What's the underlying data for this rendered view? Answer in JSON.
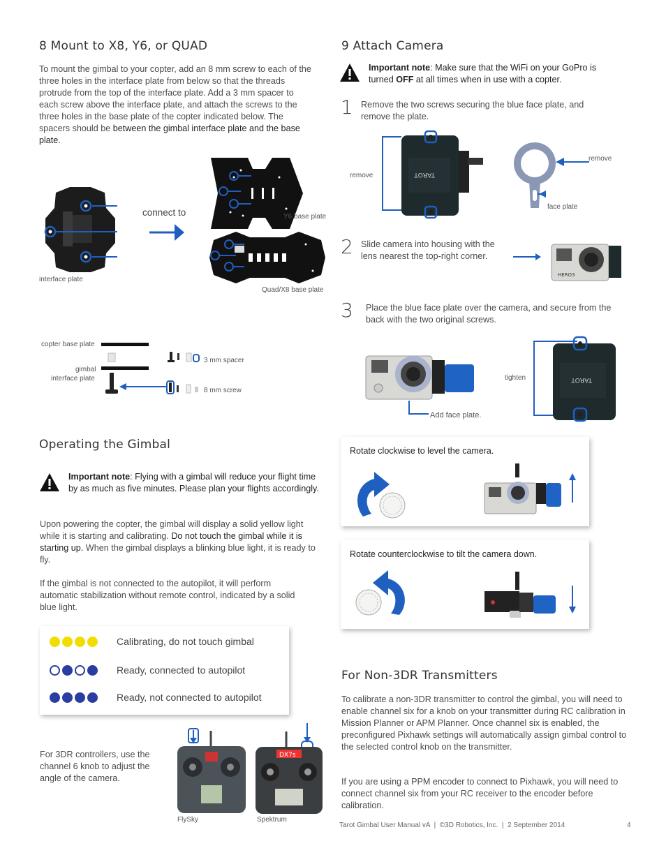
{
  "section8": {
    "title": "8 Mount to X8, Y6, or QUAD",
    "paragraph": {
      "text": "To mount the gimbal to your copter, add an 8 mm screw to each of the three holes in the interface plate from below so that the threads protrude from the top of the interface plate. Add a 3 mm spacer to each screw above the interface plate, and attach the screws to the three holes in the base plate of the copter indicated below. The spacers should be ",
      "emphasis": "between the gimbal interface plate and the base plate",
      "end": "."
    },
    "connect_to": "connect to",
    "interface_plate_caption": "interface plate",
    "y6_caption": "Y6 base plate",
    "quad_caption": "Quad/X8 base plate",
    "stack": {
      "copter_base_plate": "copter base plate",
      "gimbal_interface_plate_line1": "gimbal",
      "gimbal_interface_plate_line2": "interface plate",
      "spacer": "3 mm spacer",
      "screw": "8 mm screw"
    }
  },
  "section9": {
    "title": "9 Attach Camera",
    "note": {
      "label": "Important note",
      "text1": ": Make sure that the WiFi on your GoPro is turned ",
      "off": "OFF",
      "text2": " at all times when in use with a copter."
    },
    "step1": {
      "number": "1",
      "text": "Remove the two screws securing the blue face plate, and remove the plate.",
      "remove_left": "remove",
      "remove_right": "remove",
      "face_plate": "face plate"
    },
    "step2": {
      "number": "2",
      "text": "Slide camera into housing with the lens nearest the top-right corner."
    },
    "step3": {
      "number": "3",
      "text": "Place the blue face plate over the camera, and secure from the back with the two original screws.",
      "add_face_plate": "Add face plate.",
      "tighten": "tighten"
    }
  },
  "operating": {
    "title": "Operating the Gimbal",
    "note": {
      "label": "Important note",
      "text": ": Flying with a gimbal will reduce your flight time by as much as five minutes. Please plan your flights accordingly."
    },
    "para1": {
      "start": "Upon powering the copter, the gimbal will display a solid yellow light while it is starting and calibrating. ",
      "emphasis": "Do not touch the gimbal while it is starting up.",
      "end": " When the gimbal displays a blinking blue light, it is ready to fly."
    },
    "para2": "If the gimbal is not connected to the autopilot, it will perform automatic stabilization without remote control, indicated by a solid blue light.",
    "legend": [
      {
        "label": "Calibrating, do not touch gimbal",
        "dots": [
          "y",
          "y",
          "y",
          "y"
        ]
      },
      {
        "label": "Ready, connected to autopilot",
        "dots": [
          "o",
          "b",
          "o",
          "b"
        ]
      },
      {
        "label": "Ready, not connected to autopilot",
        "dots": [
          "b",
          "b",
          "b",
          "b"
        ]
      }
    ],
    "controllers_text": "For 3DR controllers, use the channel 6 knob to adjust the angle of the camera.",
    "flysky": "FlySky",
    "spektrum": "Spektrum",
    "dx7s": "DX7s"
  },
  "rotate_cw": "Rotate clockwise to level the camera.",
  "rotate_ccw": "Rotate counterclockwise to tilt the camera down.",
  "non3dr": {
    "title": "For Non-3DR Transmitters",
    "para1": "To calibrate a non-3DR transmitter to control the gimbal, you will need to enable channel six for a knob on your transmitter during RC calibration in Mission Planner or APM Planner. Once channel six is enabled, the preconfigured Pixhawk settings will automatically assign gimbal control to the selected control knob on the transmitter.",
    "para2": "If you are using a PPM encoder to connect to Pixhawk, you will need to connect channel six from your RC receiver to the encoder before calibration."
  },
  "footer": {
    "text": "Tarot Gimbal User Manual vA  |  ©3D Robotics, Inc.  |  2 September 2014",
    "page": "4"
  },
  "colors": {
    "accent_blue": "#1f5fbf",
    "yellow": "#f2dd00",
    "led_blue": "#2a3da0"
  }
}
